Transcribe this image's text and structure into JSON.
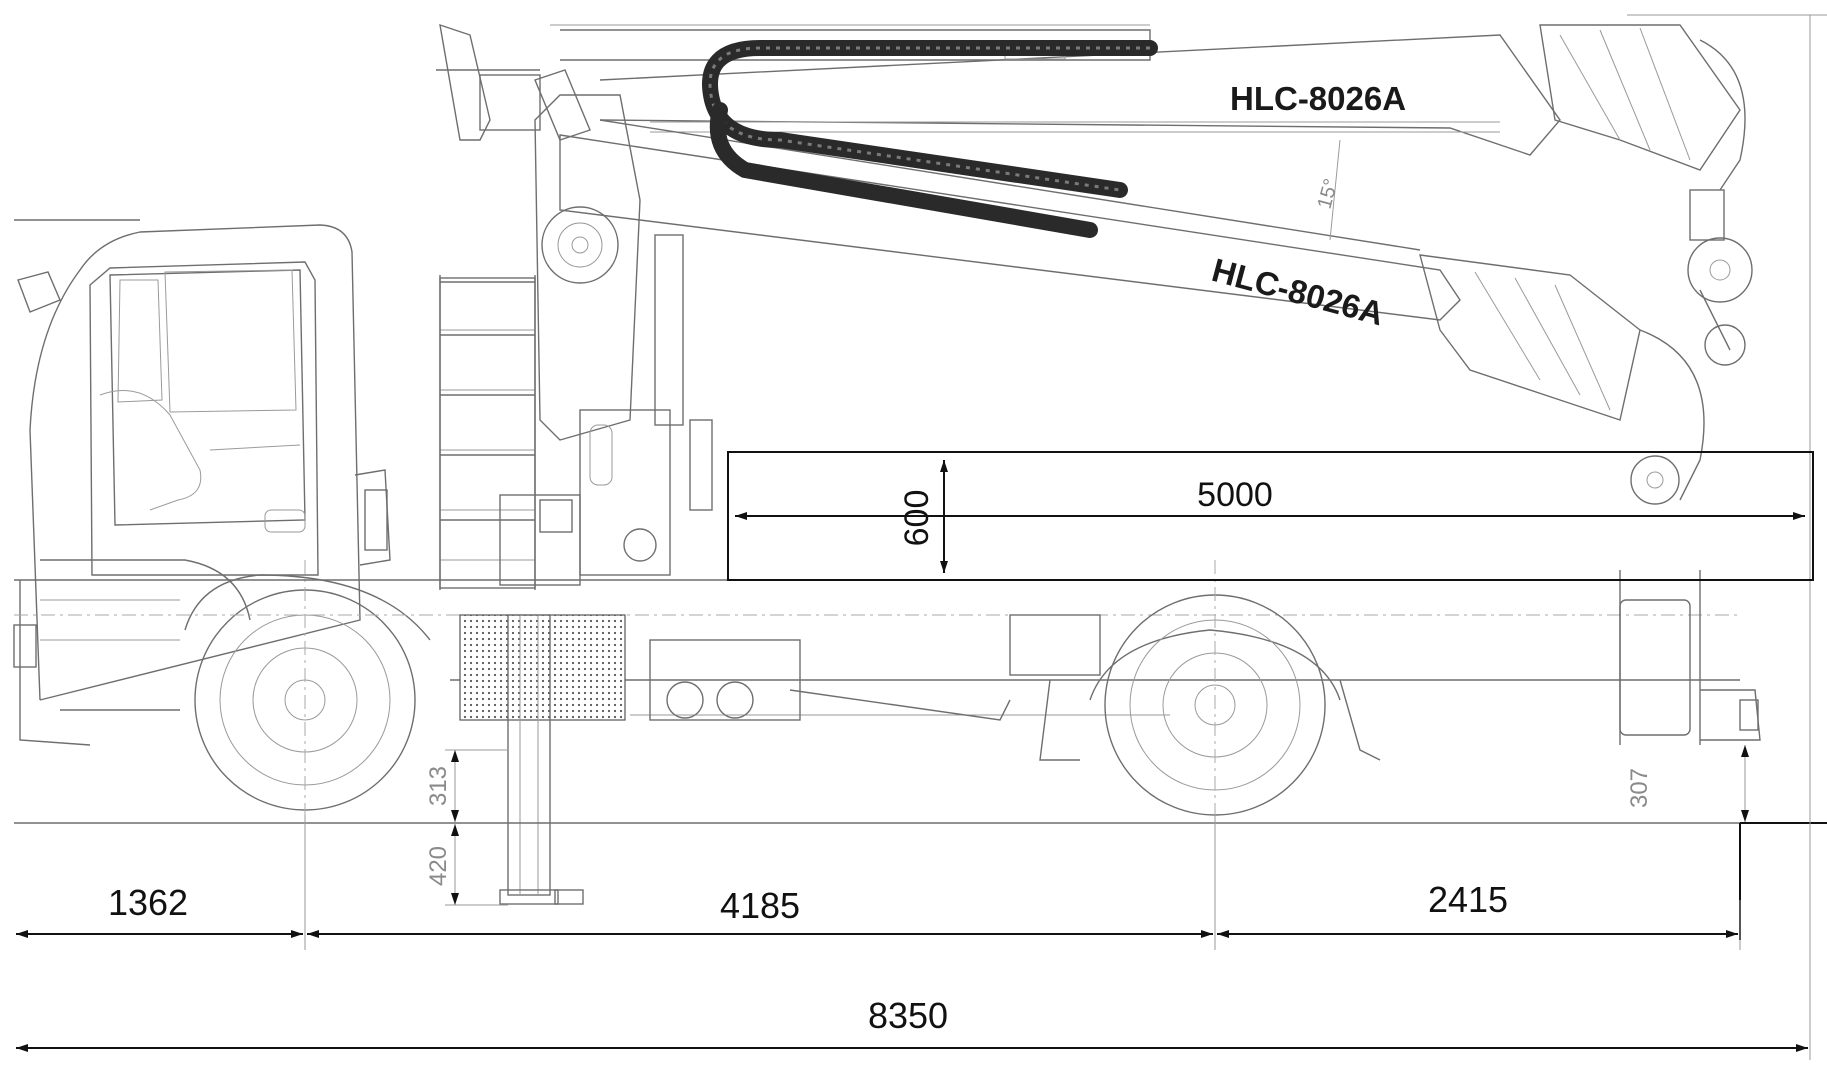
{
  "booms": {
    "upper_label": "HLC-8026A",
    "lower_label": "HLC-8026A",
    "angle_label": "15°"
  },
  "load_area": {
    "length_label": "5000",
    "height_label": "600"
  },
  "dimensions": {
    "front_overhang": "1362",
    "wheelbase": "4185",
    "rear_overhang": "2415",
    "total_length": "8350"
  },
  "outrigger": {
    "front_above_ground": "313",
    "front_below_ground": "420",
    "rear_above_ground": "307"
  },
  "colors": {
    "line": "#6e6e6e",
    "dimension": "#111111",
    "hose": "#2a2a2a"
  }
}
